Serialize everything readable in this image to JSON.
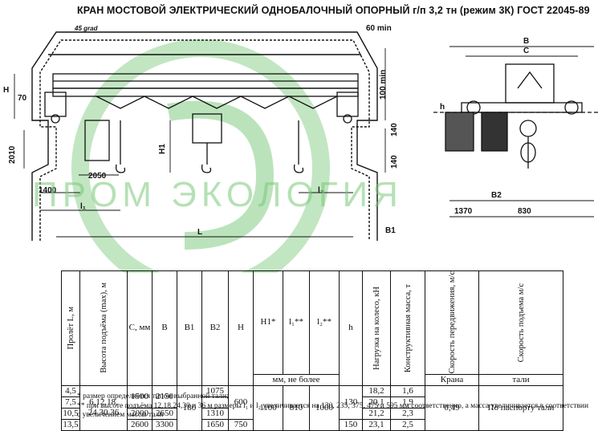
{
  "title": "КРАН МОСТОВОЙ ЭЛЕКТРИЧЕСКИЙ ОДНОБАЛОЧНЫЙ ОПОРНЫЙ г/п 3,2 тн (режим 3К) ГОСТ 22045-89",
  "drawing": {
    "labels": {
      "grad": "45 grad",
      "min60": "60 min",
      "H": "H",
      "d70": "70",
      "min100": "100 min",
      "d2010": "2010",
      "H1": "H1",
      "d2050": "2050",
      "d1400": "1400",
      "l1": "l₁",
      "l2": "l₂",
      "L": "L",
      "B1": "B1",
      "d140a": "140",
      "d140b": "140",
      "B": "B",
      "C": "C",
      "h": "h",
      "B2": "B2",
      "d1370": "1370",
      "d830": "830"
    },
    "watermark": "ПРОМ  ЭКОЛОГИЯ"
  },
  "table": {
    "headers": {
      "span": "Пролёт L, м",
      "lift": "Высота подъёма (max), м",
      "c": "C, мм",
      "b": "B",
      "b1": "B1",
      "b2": "B2",
      "h": "H",
      "h1": "H1*",
      "l1": "l₁**",
      "l2": "l₂**",
      "hh": "h",
      "load": "Нагрузка на колесо, кН",
      "mass": "Конструктивная масса, т",
      "speed_move": "Скорость передвижения, м/с",
      "speed_lift": "Скорость подъема м/с",
      "no_more": "мм, не более",
      "crane": "Крана",
      "hoist": "тали"
    },
    "spans": [
      "4,5",
      "7,5",
      "10,5",
      "13,5"
    ],
    "lift_values": "6,12,18, 24,30,36",
    "c": [
      "1500",
      "2000",
      "2600"
    ],
    "b": [
      "2150",
      "2650",
      "3300"
    ],
    "b1": "180",
    "b2": [
      "1075",
      "1310",
      "1650"
    ],
    "h": [
      "600",
      "750"
    ],
    "h1": "1100",
    "l1": "810",
    "l2": "1000",
    "hh": [
      "130",
      "150"
    ],
    "load": [
      "18,2",
      "20,1",
      "21,2",
      "23,1"
    ],
    "mass": [
      "1,6",
      "1,9",
      "2,3",
      "2,5"
    ],
    "speed_crane": "0,49",
    "speed_hoist": "По паспорту тали"
  },
  "notes": [
    "* размер определяется типом выбранной тали;",
    "** при высоте подъёма 12,18,24,30 и 36 м размеры l₁ и l₂ увеличивается на 130, 235, 375, 475 и 595 мм соответственно, а масса увеличивается в соответствии с увеличением массы тали"
  ]
}
